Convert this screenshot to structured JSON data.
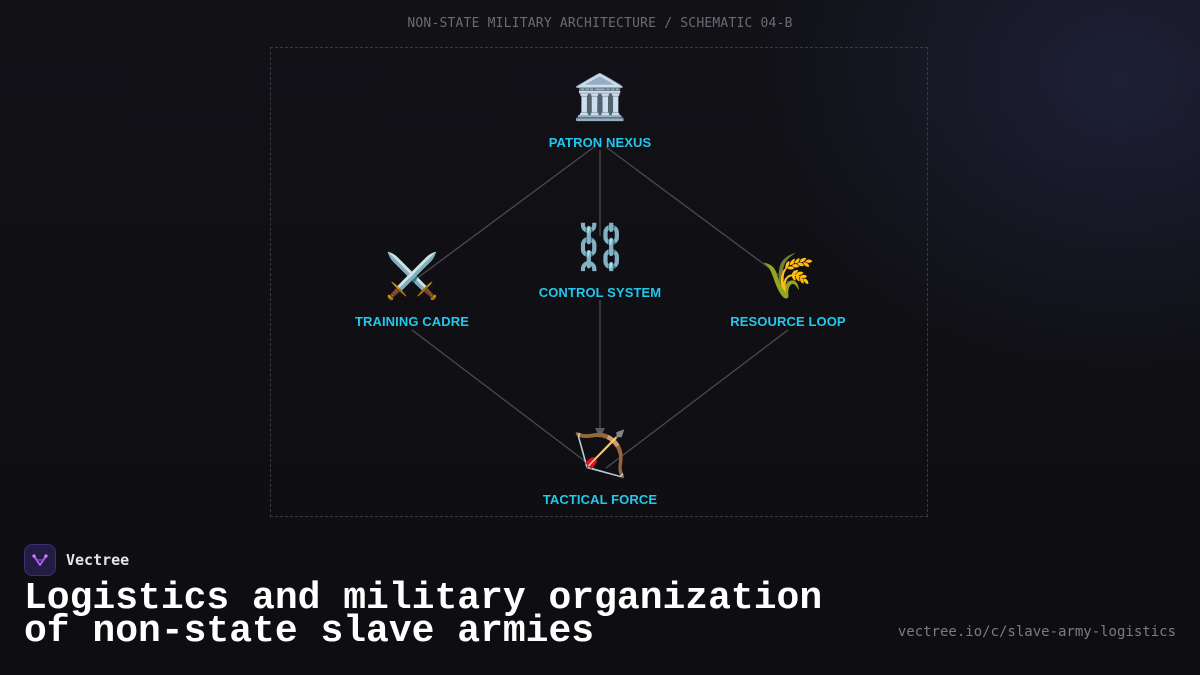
{
  "diagram": {
    "caption": "NON-STATE MILITARY ARCHITECTURE / SCHEMATIC 04-B",
    "nodes": {
      "patron": {
        "label": "PATRON NEXUS",
        "icon": "classical-building-icon",
        "glyph": "🏛️"
      },
      "training": {
        "label": "TRAINING CADRE",
        "icon": "crossed-swords-icon",
        "glyph": "⚔️"
      },
      "control": {
        "label": "CONTROL SYSTEM",
        "icon": "chains-icon",
        "glyph": "⛓️"
      },
      "resource": {
        "label": "RESOURCE LOOP",
        "icon": "sheaf-of-grain-icon",
        "glyph": "🌾"
      },
      "tactical": {
        "label": "TACTICAL FORCE",
        "icon": "bow-and-arrow-icon",
        "glyph": "🏹"
      }
    },
    "edges": [
      {
        "from": "PATRON NEXUS",
        "to": "TRAINING CADRE",
        "arrow": false
      },
      {
        "from": "PATRON NEXUS",
        "to": "RESOURCE LOOP",
        "arrow": false
      },
      {
        "from": "PATRON NEXUS",
        "to": "TACTICAL FORCE",
        "arrow": true
      },
      {
        "from": "TRAINING CADRE",
        "to": "TACTICAL FORCE",
        "arrow": false
      },
      {
        "from": "RESOURCE LOOP",
        "to": "TACTICAL FORCE",
        "arrow": false
      }
    ],
    "colors": {
      "label": "#22c8ee",
      "edge": "#4a4a50",
      "frame": "#3a3a42"
    }
  },
  "brand": {
    "name": "Vectree",
    "logo_icon": "vectree-logo-icon",
    "accent": "#b15cf0"
  },
  "headline": "Logistics and military organization of non-state slave armies",
  "url": "vectree.io/c/slave-army-logistics"
}
